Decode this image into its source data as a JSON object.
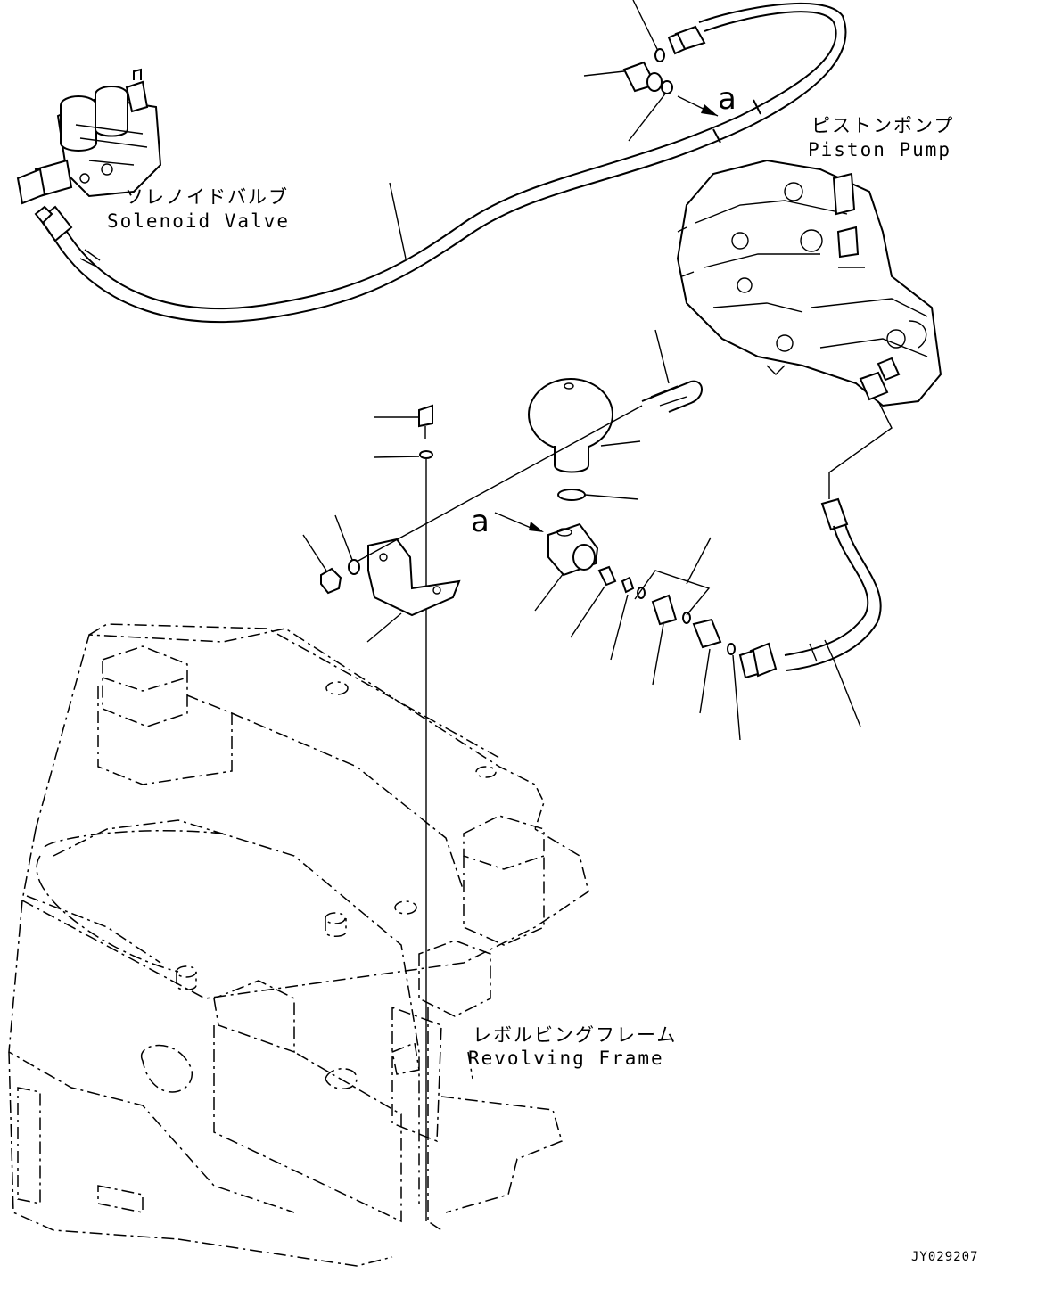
{
  "labels": {
    "solenoid_valve_jp": "ソレノイドバルブ",
    "solenoid_valve_en": "Solenoid Valve",
    "piston_pump_jp": "ピストンポンプ",
    "piston_pump_en": "Piston Pump",
    "revolving_frame_jp": "レボルビングフレーム",
    "revolving_frame_en": "Revolving Frame",
    "view_arrow_a_top": "a",
    "view_arrow_a_mid": "a",
    "drawing_code": "JY029207"
  }
}
